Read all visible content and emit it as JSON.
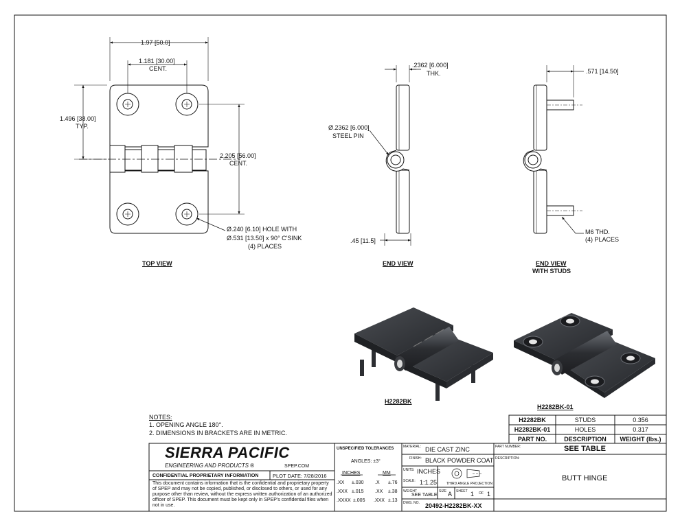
{
  "views": {
    "top": {
      "title": "TOP VIEW",
      "dim_width": "1.97",
      "dim_width_mm": "50.0",
      "dim_holes_x": "1.181",
      "dim_holes_x_mm": "30.00",
      "dim_holes_x_note": "CENT.",
      "dim_holes_y": "1.496",
      "dim_holes_y_mm": "38.00",
      "dim_holes_y_note": "TYP.",
      "dim_span": "2.205",
      "dim_span_mm": "56.00",
      "dim_span_note": "CENT.",
      "hole_line1": ".240",
      "hole_line1_mm": "6.10",
      "hole_line1_tail": "HOLE WITH",
      "hole_line2": ".531 [13.50] x 90° C'SINK",
      "hole_line3": "(4) PLACES"
    },
    "end": {
      "title": "END VIEW",
      "dim_thk": ".2362",
      "dim_thk_mm": "6.000",
      "dim_thk_note": "THK.",
      "pin": ".2362",
      "pin_mm": "6.000",
      "pin_note": "STEEL PIN",
      "dim_bottom": ".45",
      "dim_bottom_mm": "11.5"
    },
    "studs": {
      "title_line1": "END VIEW",
      "title_line2": "WITH STUDS",
      "dim_stud": ".571",
      "dim_stud_mm": "14.50",
      "thread_line1": "M6 THD.",
      "thread_line2": "(4) PLACES"
    }
  },
  "products": [
    {
      "label": "H2282BK"
    },
    {
      "label": "H2282BK-01"
    }
  ],
  "notes": {
    "heading": "NOTES:",
    "items": [
      "1.   OPENING ANGLE 180°.",
      "2.   DIMENSIONS IN BRACKETS ARE IN METRIC."
    ]
  },
  "parts_table": {
    "headers": [
      "PART NO.",
      "DESCRIPTION",
      "WEIGHT (lbs.)"
    ],
    "rows": [
      [
        "H2282BK",
        "STUDS",
        "0.356"
      ],
      [
        "H2282BK-01",
        "HOLES",
        "0.317"
      ]
    ]
  },
  "title_block": {
    "company": "SIERRA PACIFIC",
    "company_sub": "ENGINEERING AND PRODUCTS",
    "registered": "®",
    "website": "SPEP.COM",
    "confidential_head": "CONFIDENTIAL PROPRIETARY INFORMATION",
    "plot_date": "PLOT DATE: 7/28/2016",
    "confidential_body": "This document contains information that is the confidential and proprietary property of SPEP and may not be copied, published, or disclosed to others, or used for any purpose  other than review, without the express written authorization of an authorized officer of SPEP. This document must be kept only in SPEP's confidential files when not in use.",
    "tolerances_head": "UNSPECIFIED TOLERANCES",
    "angles": "ANGLES: ±3°",
    "inches_head": "INCHES",
    "mm_head": "MM",
    "tol_rows": [
      [
        ".XX",
        "±.030",
        ".X",
        "±.76"
      ],
      [
        ".XXX",
        "±.015",
        ".XX",
        "±.38"
      ],
      [
        ".XXXX",
        "±.005",
        ".XXX",
        "±.13"
      ]
    ],
    "material_label": "MATERIAL:",
    "material": "DIE CAST ZINC",
    "finish_label": "FINISH:",
    "finish": "BLACK POWDER COAT",
    "units_label": "UNITS:",
    "units": "INCHES",
    "projection": "THIRD ANGLE PROJECTION",
    "scale_label": "SCALE:",
    "scale": "1:1.25",
    "weight_label": "WEIGHT",
    "weight": "SEE TABLE",
    "size_label": "SIZE",
    "size": "A",
    "sheet_label": "SHEET",
    "sheet": "1",
    "of_label": "OF",
    "of": "1",
    "dwg_label": "DWG. NO.",
    "dwg": "20492-H2282BK-XX",
    "partno_label": "PART NUMBER:",
    "partno": "SEE TABLE",
    "desc_label": "DESCRIPTION:",
    "desc": "BUTT HINGE"
  },
  "colors": {
    "line": "#111111",
    "hinge_dark": "#2b2d31",
    "hinge_mid": "#3c3f44",
    "hinge_light": "#5a5e64"
  }
}
